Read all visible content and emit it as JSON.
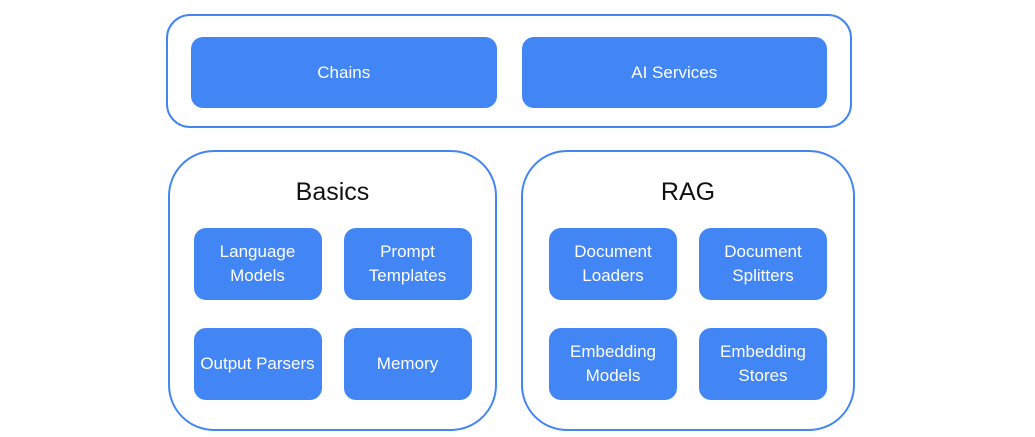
{
  "colors": {
    "background": "#ffffff",
    "container_border": "#4285F4",
    "button_fill": "#4285F4",
    "button_text": "#ffffff",
    "title_text": "#121212"
  },
  "top_group": {
    "buttons": [
      {
        "label": "Chains"
      },
      {
        "label": "AI Services"
      }
    ]
  },
  "groups": [
    {
      "title": "Basics",
      "buttons": [
        {
          "label": "Language Models"
        },
        {
          "label": "Prompt Templates"
        },
        {
          "label": "Output Parsers"
        },
        {
          "label": "Memory"
        }
      ]
    },
    {
      "title": "RAG",
      "buttons": [
        {
          "label": "Document Loaders"
        },
        {
          "label": "Document Splitters"
        },
        {
          "label": "Embedding Models"
        },
        {
          "label": "Embedding Stores"
        }
      ]
    }
  ]
}
